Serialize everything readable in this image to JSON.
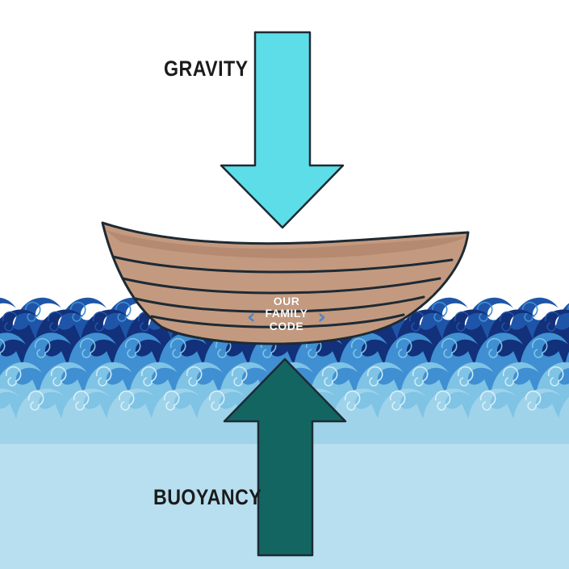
{
  "forces": {
    "gravity": {
      "label": "GRAVITY",
      "color": "#5ddde8"
    },
    "buoyancy": {
      "label": "BUOYANCY",
      "color": "#136562"
    }
  },
  "watermark": {
    "line1": "OUR",
    "line2": "FAMILY",
    "line3": "CODE",
    "bracket_left": "‹",
    "bracket_right": "›"
  },
  "colors": {
    "outline": "#1e2a33",
    "water": "#b7dff0",
    "wave_light": "#7fc3e5",
    "wave_mid": "#3f8fd2",
    "wave_dark": "#1f55a8",
    "wave_navy": "#13307a",
    "boat_hull": "#c39a80",
    "boat_inner": "#9a6e57"
  }
}
